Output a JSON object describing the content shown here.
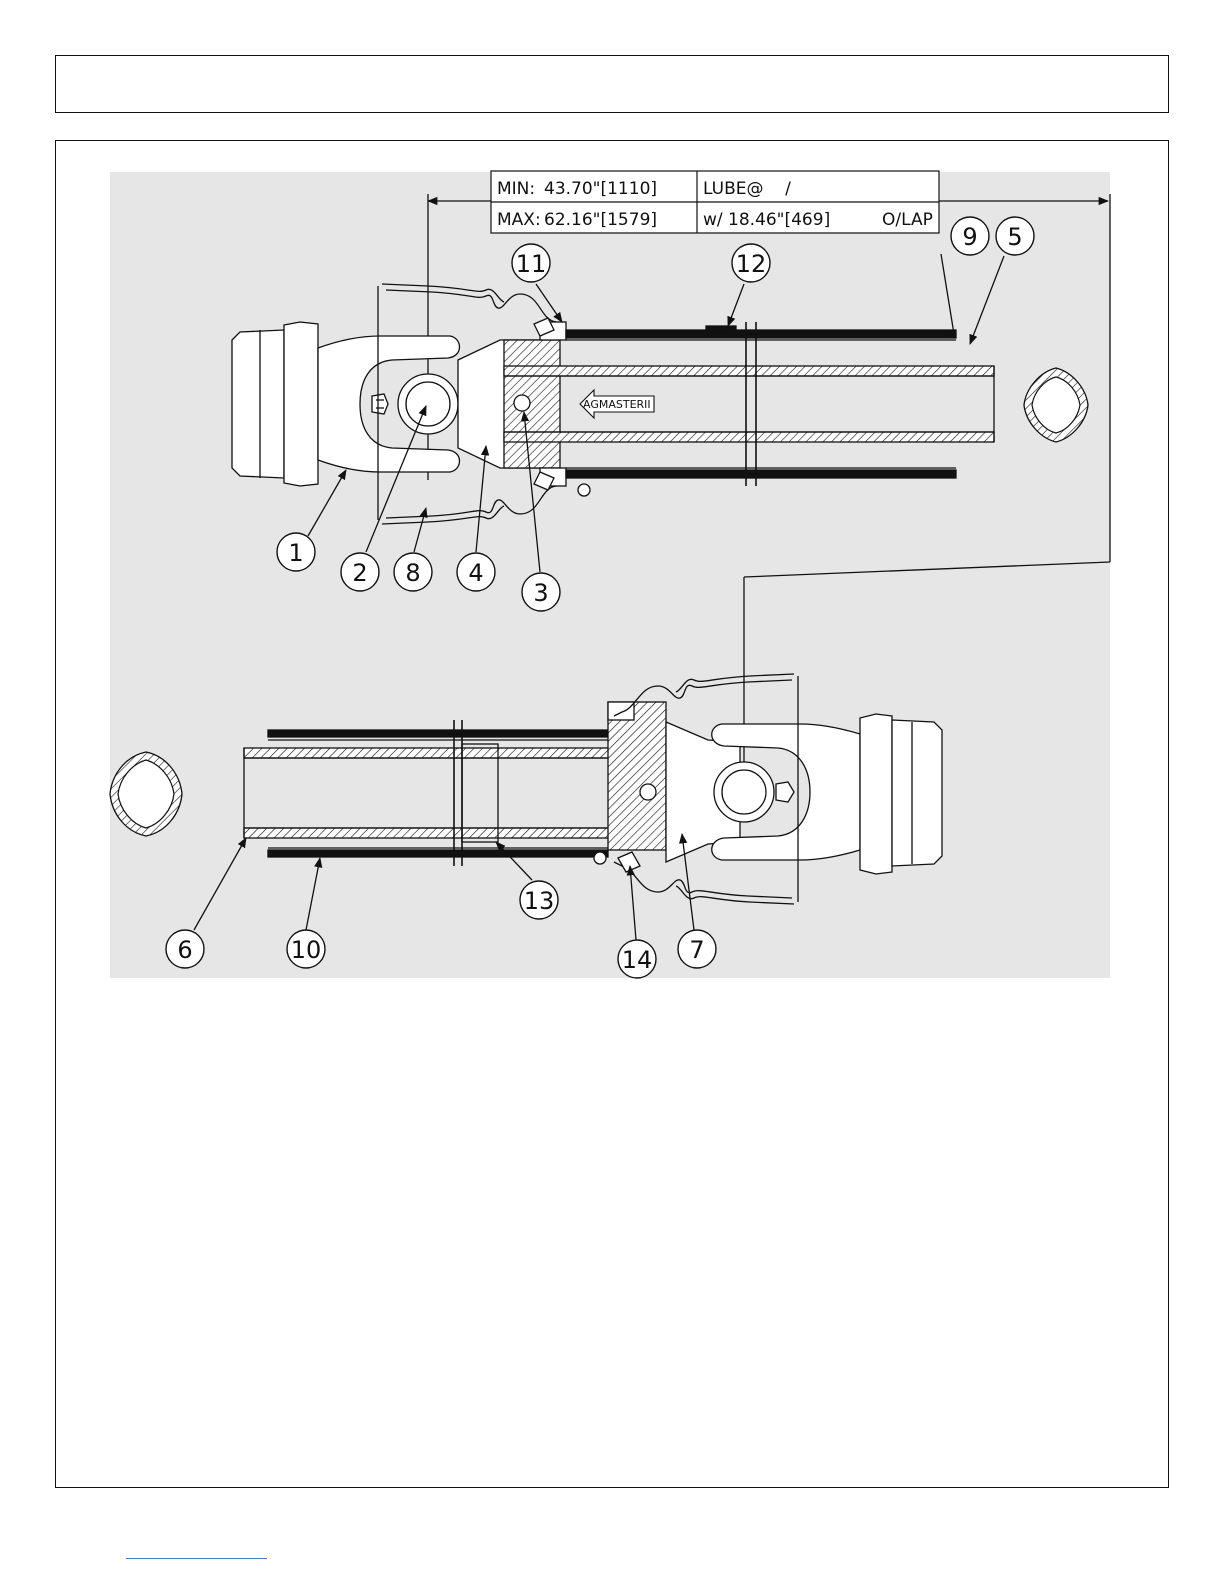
{
  "spec_table": {
    "min_label": "MIN:",
    "min_value": "43.70\"[1110]",
    "max_label": "MAX:",
    "max_value": "62.16\"[1579]",
    "lube_text": "LUBE@    /",
    "overlap_prefix": "w/",
    "overlap_value": "18.46\"[469]",
    "overlap_suffix": "O/LAP"
  },
  "tube_marking": "AGMASTERII",
  "callouts": [
    "1",
    "2",
    "3",
    "4",
    "5",
    "6",
    "7",
    "8",
    "9",
    "10",
    "11",
    "12",
    "13",
    "14"
  ],
  "colors": {
    "line": "#111111",
    "shading": "#e6e6e6",
    "link": "#5577cc"
  }
}
